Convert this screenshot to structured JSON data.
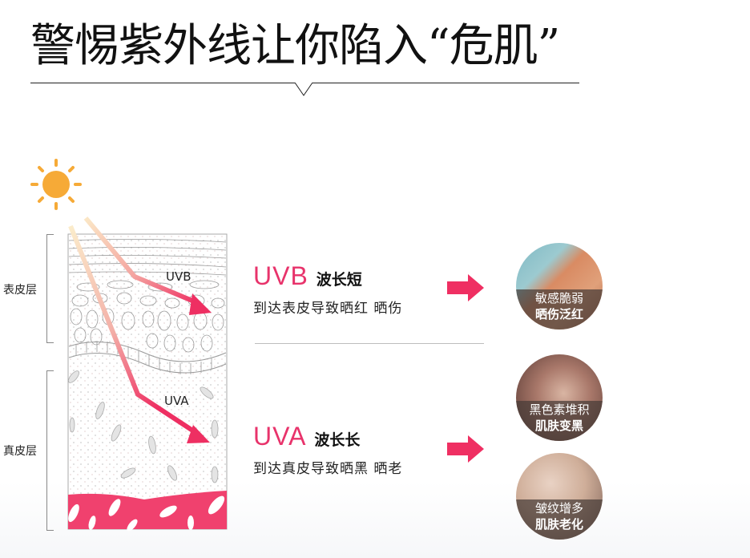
{
  "header": {
    "title": "警惕紫外线让你陷入“危肌”"
  },
  "diagram": {
    "sun_icon": "sun-icon",
    "layers": [
      {
        "label": "表皮层"
      },
      {
        "label": "真皮层"
      }
    ],
    "rays": [
      {
        "label": "UVB"
      },
      {
        "label": "UVA"
      }
    ]
  },
  "uv_types": [
    {
      "code": "UVB",
      "wavelength": "波长短",
      "description": "到达表皮导致晒红 晒伤"
    },
    {
      "code": "UVA",
      "wavelength": "波长长",
      "description": "到达真皮导致晒黑 晒老"
    }
  ],
  "effects": [
    {
      "line1": "敏感脆弱",
      "line2": "晒伤泛红"
    },
    {
      "line1": "黑色素堆积",
      "line2": "肌肤变黑"
    },
    {
      "line1": "皱纹增多",
      "line2": "肌肤老化"
    }
  ],
  "colors": {
    "accent": "#e8336b",
    "arrow": "#ef2f62",
    "sun": "#f6aa37",
    "blood_layer": "#f0416e"
  }
}
